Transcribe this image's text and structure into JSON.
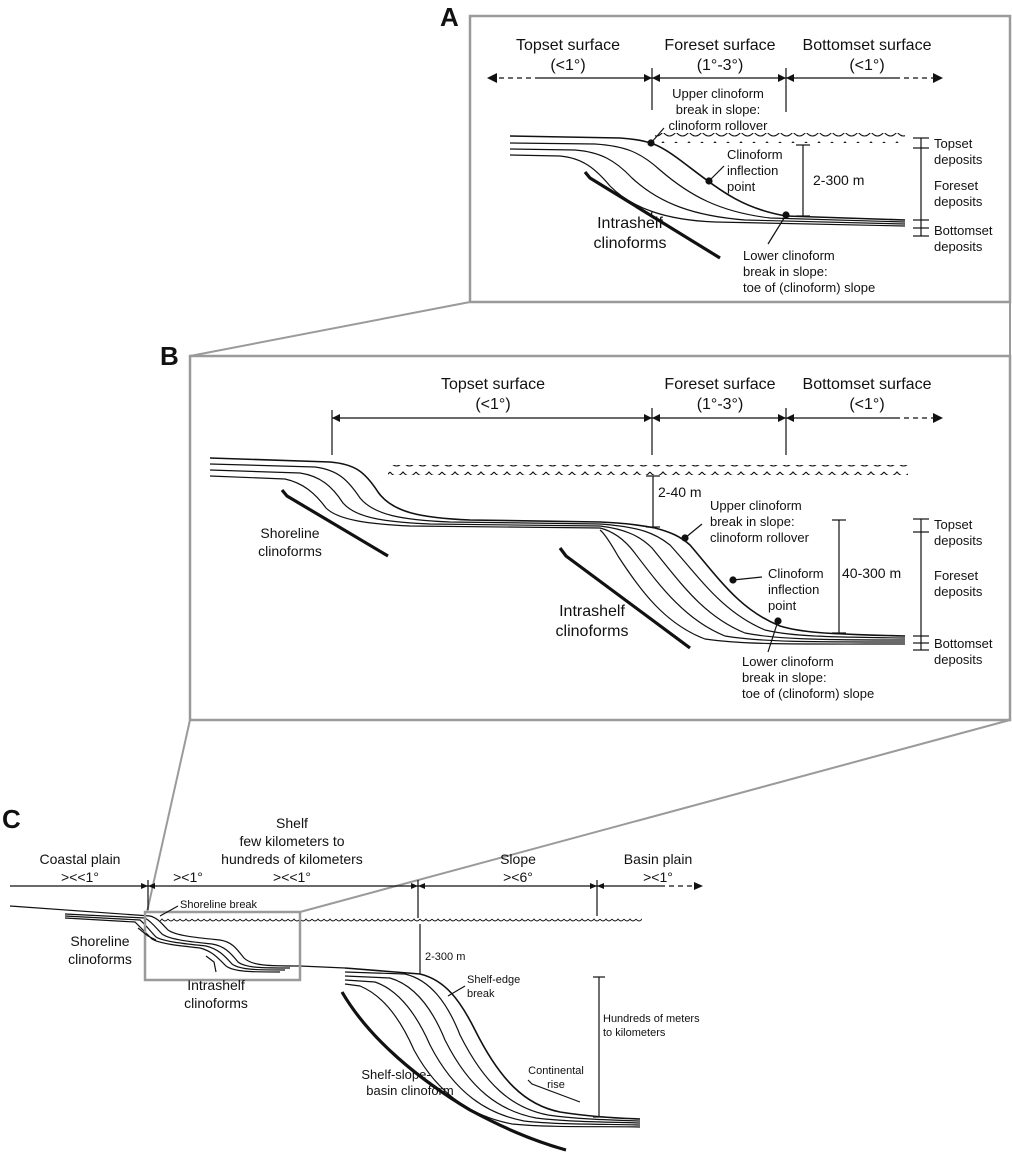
{
  "panel_a": {
    "letter": "A",
    "topset_title": "Topset surface",
    "topset_angle": "(<1°)",
    "foreset_title": "Foreset surface",
    "foreset_angle": "(1°-3°)",
    "bottomset_title": "Bottomset surface",
    "bottomset_angle": "(<1°)",
    "upper_break": [
      "Upper clinoform",
      "break in slope:",
      "clinoform rollover"
    ],
    "inflection": [
      "Clinoform",
      "inflection",
      "point"
    ],
    "lower_break": [
      "Lower clinoform",
      "break in slope:",
      "toe of (clinoform) slope"
    ],
    "height": "2-300 m",
    "clinoform_type": [
      "Intrashelf",
      "clinoforms"
    ],
    "topset_deposits": [
      "Topset",
      "deposits"
    ],
    "foreset_deposits": [
      "Foreset",
      "deposits"
    ],
    "bottomset_deposits": [
      "Bottomset",
      "deposits"
    ]
  },
  "panel_b": {
    "letter": "B",
    "topset_title": "Topset surface",
    "topset_angle": "(<1°)",
    "foreset_title": "Foreset surface",
    "foreset_angle": "(1°-3°)",
    "bottomset_title": "Bottomset surface",
    "bottomset_angle": "(<1°)",
    "water_depth": "2-40 m",
    "shoreline": [
      "Shoreline",
      "clinoforms"
    ],
    "intrashelf": [
      "Intrashelf",
      "clinoforms"
    ],
    "upper_break": [
      "Upper clinoform",
      "break in slope:",
      "clinoform rollover"
    ],
    "inflection": [
      "Clinoform",
      "inflection",
      "point"
    ],
    "lower_break": [
      "Lower clinoform",
      "break in slope:",
      "toe of (clinoform) slope"
    ],
    "height": "40-300 m",
    "topset_deposits": [
      "Topset",
      "deposits"
    ],
    "foreset_deposits": [
      "Foreset",
      "deposits"
    ],
    "bottomset_deposits": [
      "Bottomset",
      "deposits"
    ]
  },
  "panel_c": {
    "letter": "C",
    "coastal_plain": "Coastal plain",
    "coastal_angle": "><<1°",
    "shoreline_angle": "><1°",
    "shelf_title": [
      "Shelf",
      "few kilometers to",
      "hundreds of kilometers"
    ],
    "shelf_angle": "><<1°",
    "slope_title": "Slope",
    "slope_angle": "><6°",
    "basin_title": "Basin plain",
    "basin_angle": "><1°",
    "shoreline_break": "Shoreline break",
    "shoreline_clinoforms": [
      "Shoreline",
      "clinoforms"
    ],
    "intrashelf_clinoforms": [
      "Intrashelf",
      "clinoforms"
    ],
    "shelf_depth": "2-300 m",
    "shelf_edge_break": [
      "Shelf-edge",
      "break"
    ],
    "relief": [
      "Hundreds of meters",
      "to kilometers"
    ],
    "continental_rise": [
      "Continental",
      "rise"
    ],
    "ssb_clinoform": [
      "Shelf-slope-",
      "basin clinoform"
    ]
  }
}
